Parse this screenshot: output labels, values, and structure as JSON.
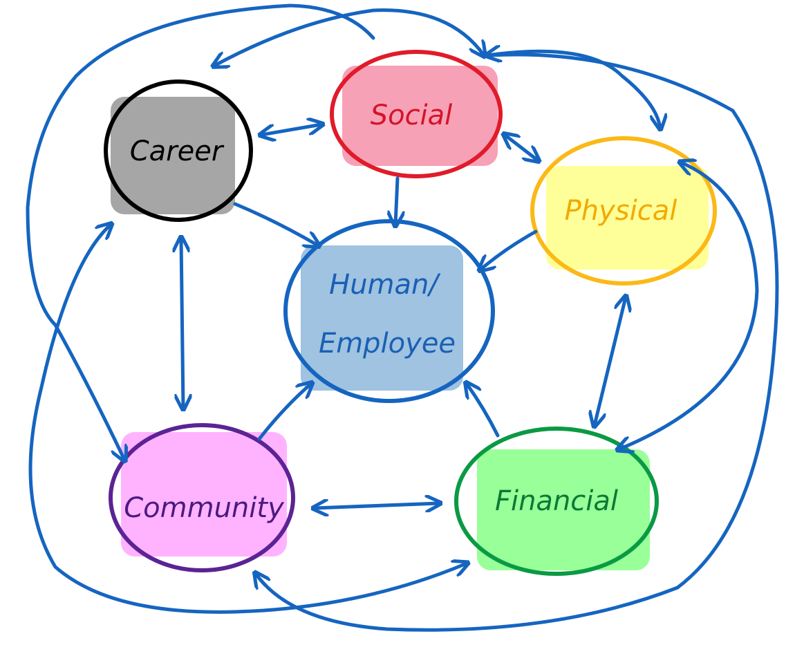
{
  "nodes": {
    "career": {
      "label": "Career",
      "stroke": "#000000",
      "fill": "#a6a6a6",
      "text": "#000000"
    },
    "social": {
      "label": "Social",
      "stroke": "#e01b2a",
      "fill": "#f7a1b6",
      "text": "#d4142a"
    },
    "physical": {
      "label": "Physical",
      "stroke": "#fbb917",
      "fill": "#ffff99",
      "text": "#f2a900"
    },
    "human": {
      "label_line1": "Human/",
      "label_line2": "Employee",
      "stroke": "#1565c0",
      "fill": "#9fc3e0",
      "text": "#1a5fb4"
    },
    "community": {
      "label": "Community",
      "stroke": "#5b2394",
      "fill": "#ffb3ff",
      "text": "#4b1a80"
    },
    "financial": {
      "label": "Financial",
      "stroke": "#0a9a44",
      "fill": "#99ff99",
      "text": "#0a7a34"
    }
  },
  "arrow_color": "#1565c0"
}
